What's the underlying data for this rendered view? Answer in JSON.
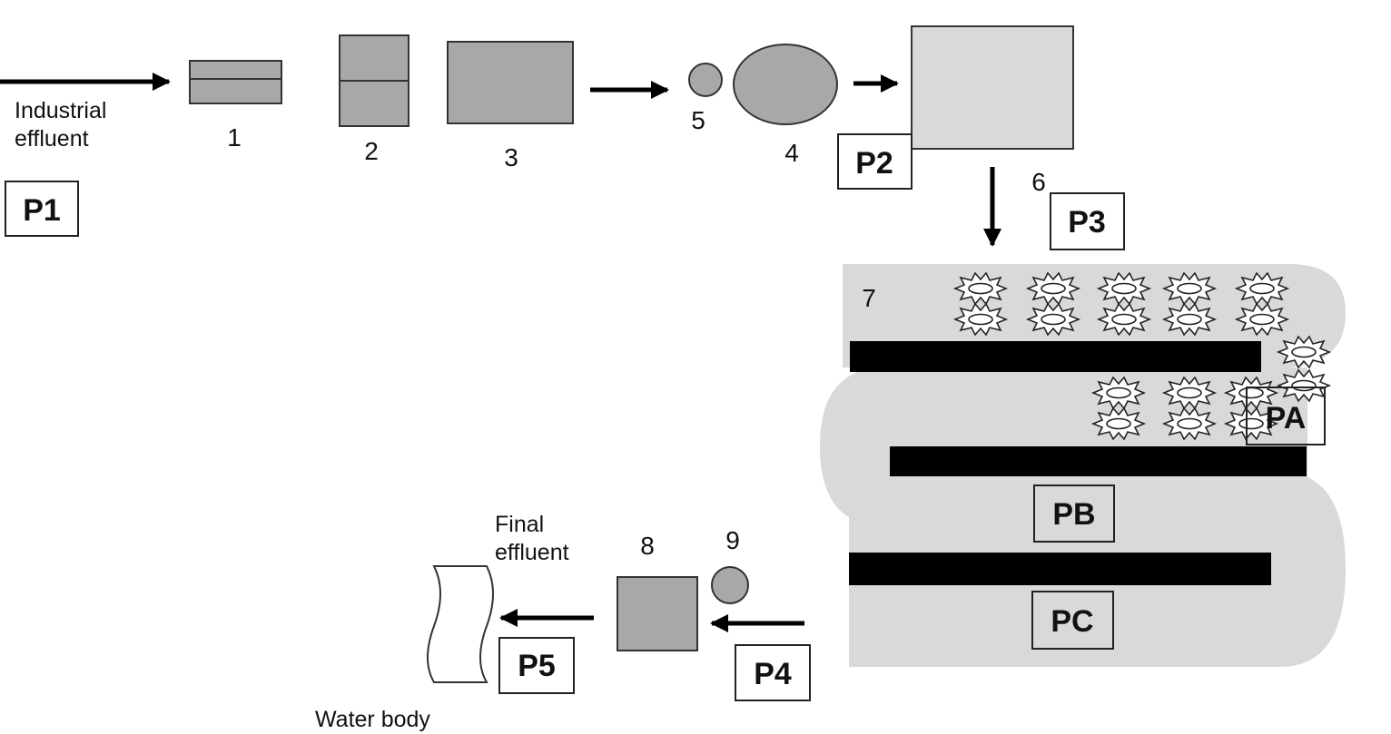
{
  "labels": {
    "industrial_effluent": [
      "Industrial",
      "effluent"
    ],
    "final_effluent": [
      "Final",
      "effluent"
    ],
    "water_body": "Water body"
  },
  "units": {
    "u1": "1",
    "u2": "2",
    "u3": "3",
    "u4": "4",
    "u5": "5",
    "u6": "6",
    "u7": "7",
    "u8": "8",
    "u9": "9"
  },
  "points": {
    "p1": "P1",
    "p2": "P2",
    "p3": "P3",
    "p4": "P4",
    "p5": "P5",
    "pa": "PA",
    "pb": "PB",
    "pc": "PC"
  },
  "colors": {
    "unit_fill": "#a8a8a8",
    "tank_fill": "#d9d9d9",
    "baffle": "#000000",
    "outline": "#333333"
  }
}
